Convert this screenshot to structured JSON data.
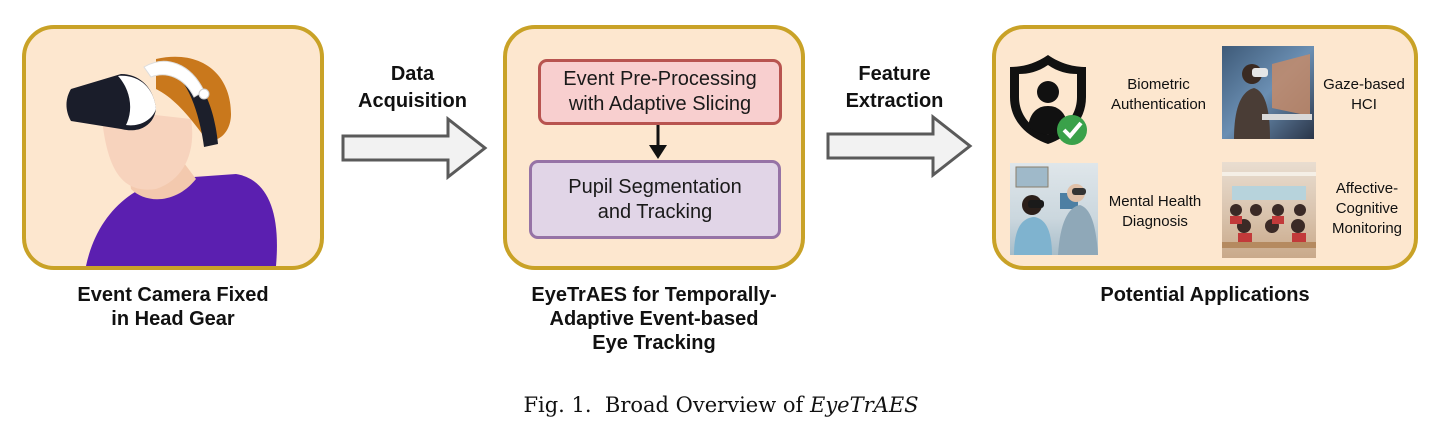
{
  "figure": {
    "caption_prefix": "Fig. 1.",
    "caption_text": "Broad Overview of",
    "caption_italic": "EyeTrAES"
  },
  "stages": {
    "camera": {
      "label_line1": "Event Camera Fixed",
      "label_line2": "in Head Gear",
      "illustration": "person-wearing-vr-headset"
    },
    "arrow1": {
      "label_line1": "Data",
      "label_line2": "Acquisition"
    },
    "pipeline": {
      "step1_line1": "Event Pre-Processing",
      "step1_line2": "with Adaptive Slicing",
      "step2_line1": "Pupil Segmentation",
      "step2_line2": "and Tracking",
      "label_line1": "EyeTrAES for Temporally-",
      "label_line2": "Adaptive Event-based",
      "label_line3": "Eye Tracking",
      "colors": {
        "step1_fill": "#f8cfcf",
        "step1_border": "#b85450",
        "step2_fill": "#e1d5e7",
        "step2_border": "#9673a6"
      }
    },
    "arrow2": {
      "label_line1": "Feature",
      "label_line2": "Extraction"
    },
    "applications": {
      "label": "Potential Applications",
      "items": [
        {
          "line1": "Biometric",
          "line2": "Authentication",
          "icon": "shield-user-check-icon"
        },
        {
          "line1": "Gaze-based",
          "line2": "HCI",
          "icon": "vr-user-at-monitor-image"
        },
        {
          "line1": "Mental Health",
          "line2": "Diagnosis",
          "icon": "clinic-vr-session-image"
        },
        {
          "line1": "Affective-",
          "line2": "Cognitive",
          "line3": "Monitoring",
          "icon": "classroom-vr-image"
        }
      ]
    }
  },
  "colors": {
    "panel_fill": "#fde7cf",
    "panel_border": "#c9a227",
    "arrow_fill": "#f2f2f2",
    "arrow_stroke": "#5a5a5a"
  }
}
